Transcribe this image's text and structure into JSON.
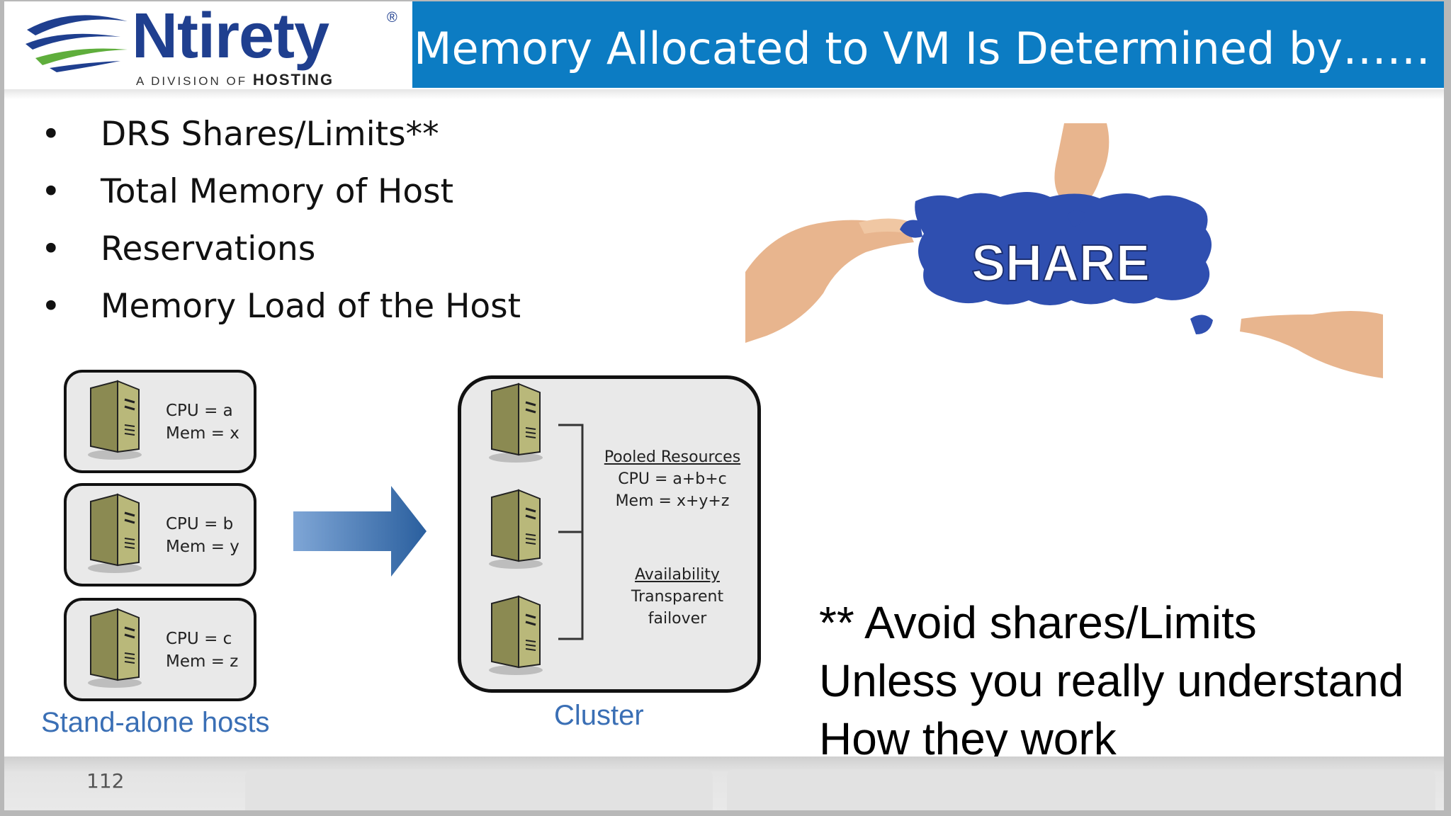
{
  "header": {
    "logo_name": "Ntirety",
    "logo_reg": "®",
    "logo_sub_prefix": "A DIVISION OF",
    "logo_sub_brand": "HOSTING",
    "title": "Memory Allocated to VM  Is Determined by……"
  },
  "bullets": [
    {
      "marker": "•",
      "text": "DRS Shares/Limits**"
    },
    {
      "marker": "•",
      "text": "Total Memory of Host"
    },
    {
      "marker": "•",
      "text": "Reservations"
    },
    {
      "marker": "•",
      "text": "Memory Load of the Host"
    }
  ],
  "diagram": {
    "hosts": [
      {
        "cpu": "CPU = a",
        "mem": "Mem = x"
      },
      {
        "cpu": "CPU = b",
        "mem": "Mem = y"
      },
      {
        "cpu": "CPU = c",
        "mem": "Mem = z"
      }
    ],
    "standalone_caption": "Stand-alone hosts",
    "cluster_caption": "Cluster",
    "pooled_title": "Pooled Resources",
    "pooled_cpu": "CPU = a+b+c",
    "pooled_mem": "Mem = x+y+z",
    "availability_title": "Availability",
    "availability_line1": "Transparent",
    "availability_line2": "failover"
  },
  "photo": {
    "puzzle_word": "SHARE"
  },
  "note": {
    "line1": "** Avoid shares/Limits",
    "line2": "Unless you really understand",
    "line3": "How they work"
  },
  "footer": {
    "page_number": "112"
  },
  "colors": {
    "title_bar": "#0c7cc3",
    "logo_blue": "#1f3f8f",
    "logo_green": "#5fae3c",
    "caption_blue": "#3a6fb5",
    "puzzle_blue": "#2f4fb0"
  }
}
